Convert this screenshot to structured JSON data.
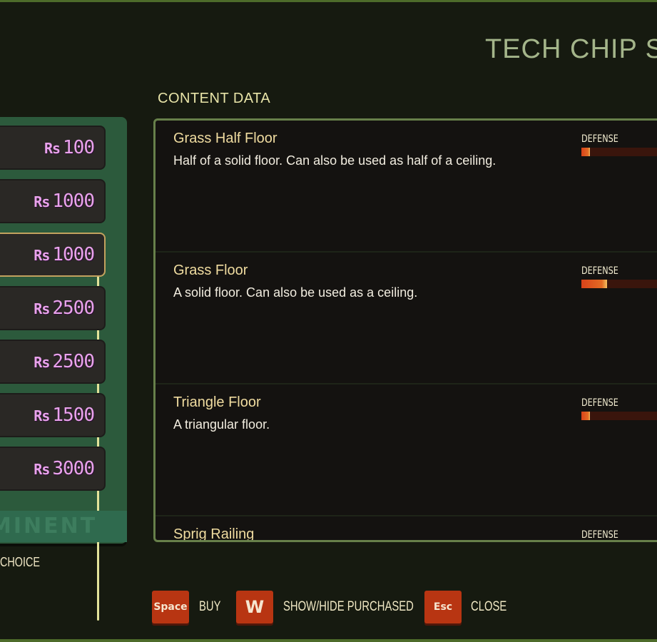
{
  "title": "TECH CHIP S",
  "section_title": "CONTENT DATA",
  "currency_symbol": "Rs",
  "chips": [
    {
      "price": "100",
      "selected": false
    },
    {
      "price": "1000",
      "selected": false
    },
    {
      "price": "1000",
      "selected": true
    },
    {
      "price": "2500",
      "selected": false
    },
    {
      "price": "2500",
      "selected": false
    },
    {
      "price": "1500",
      "selected": false
    },
    {
      "price": "3000",
      "selected": false
    }
  ],
  "brand": "MINENT",
  "choice_label": "CHOICE",
  "items": [
    {
      "name": "Grass Half Floor",
      "desc": "Half of a solid floor. Can also be used as half of a ceiling.",
      "stat_label": "DEFENSE",
      "defense": 0.1
    },
    {
      "name": "Grass Floor",
      "desc": "A solid floor. Can also be used as a ceiling.",
      "stat_label": "DEFENSE",
      "defense": 0.3
    },
    {
      "name": "Triangle Floor",
      "desc": "A triangular floor.",
      "stat_label": "DEFENSE",
      "defense": 0.1
    },
    {
      "name": "Sprig Railing",
      "desc": "",
      "stat_label": "DEFENSE",
      "defense": 0
    }
  ],
  "hints": [
    {
      "key": "Space",
      "label": "BUY"
    },
    {
      "key": "W",
      "label": "SHOW/HIDE  PURCHASED"
    },
    {
      "key": "Esc",
      "label": "CLOSE"
    }
  ]
}
